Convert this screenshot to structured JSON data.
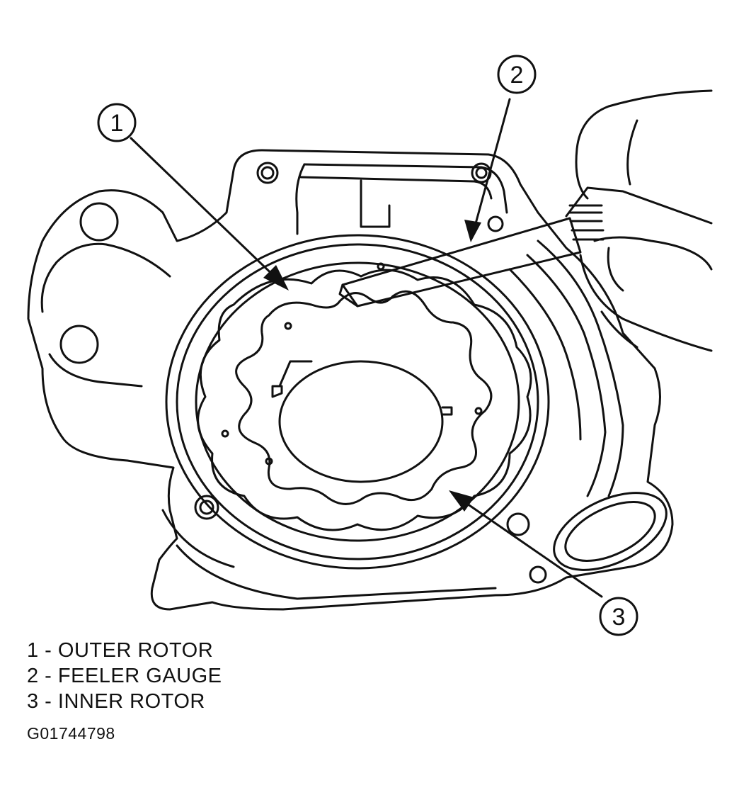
{
  "callouts": [
    {
      "number": "1"
    },
    {
      "number": "2"
    },
    {
      "number": "3"
    }
  ],
  "legend": [
    {
      "text": "1 - OUTER ROTOR"
    },
    {
      "text": "2 - FEELER GAUGE"
    },
    {
      "text": "3 - INNER ROTOR"
    }
  ],
  "figure_id": "G01744798",
  "colors": {
    "line": "#111111",
    "background": "#ffffff"
  }
}
